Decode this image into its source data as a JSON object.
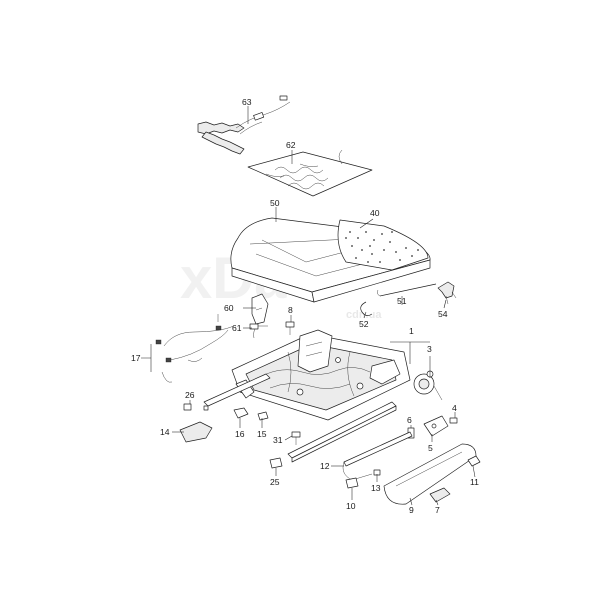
{
  "diagram": {
    "watermark": "xDa",
    "watermark_url": "cdn.ua",
    "callouts": [
      "63",
      "62",
      "50",
      "40",
      "60",
      "8",
      "61",
      "51",
      "52",
      "54",
      "1",
      "3",
      "17",
      "26",
      "14",
      "16",
      "15",
      "31",
      "6",
      "4",
      "5",
      "12",
      "13",
      "10",
      "25",
      "9",
      "7",
      "11"
    ]
  }
}
